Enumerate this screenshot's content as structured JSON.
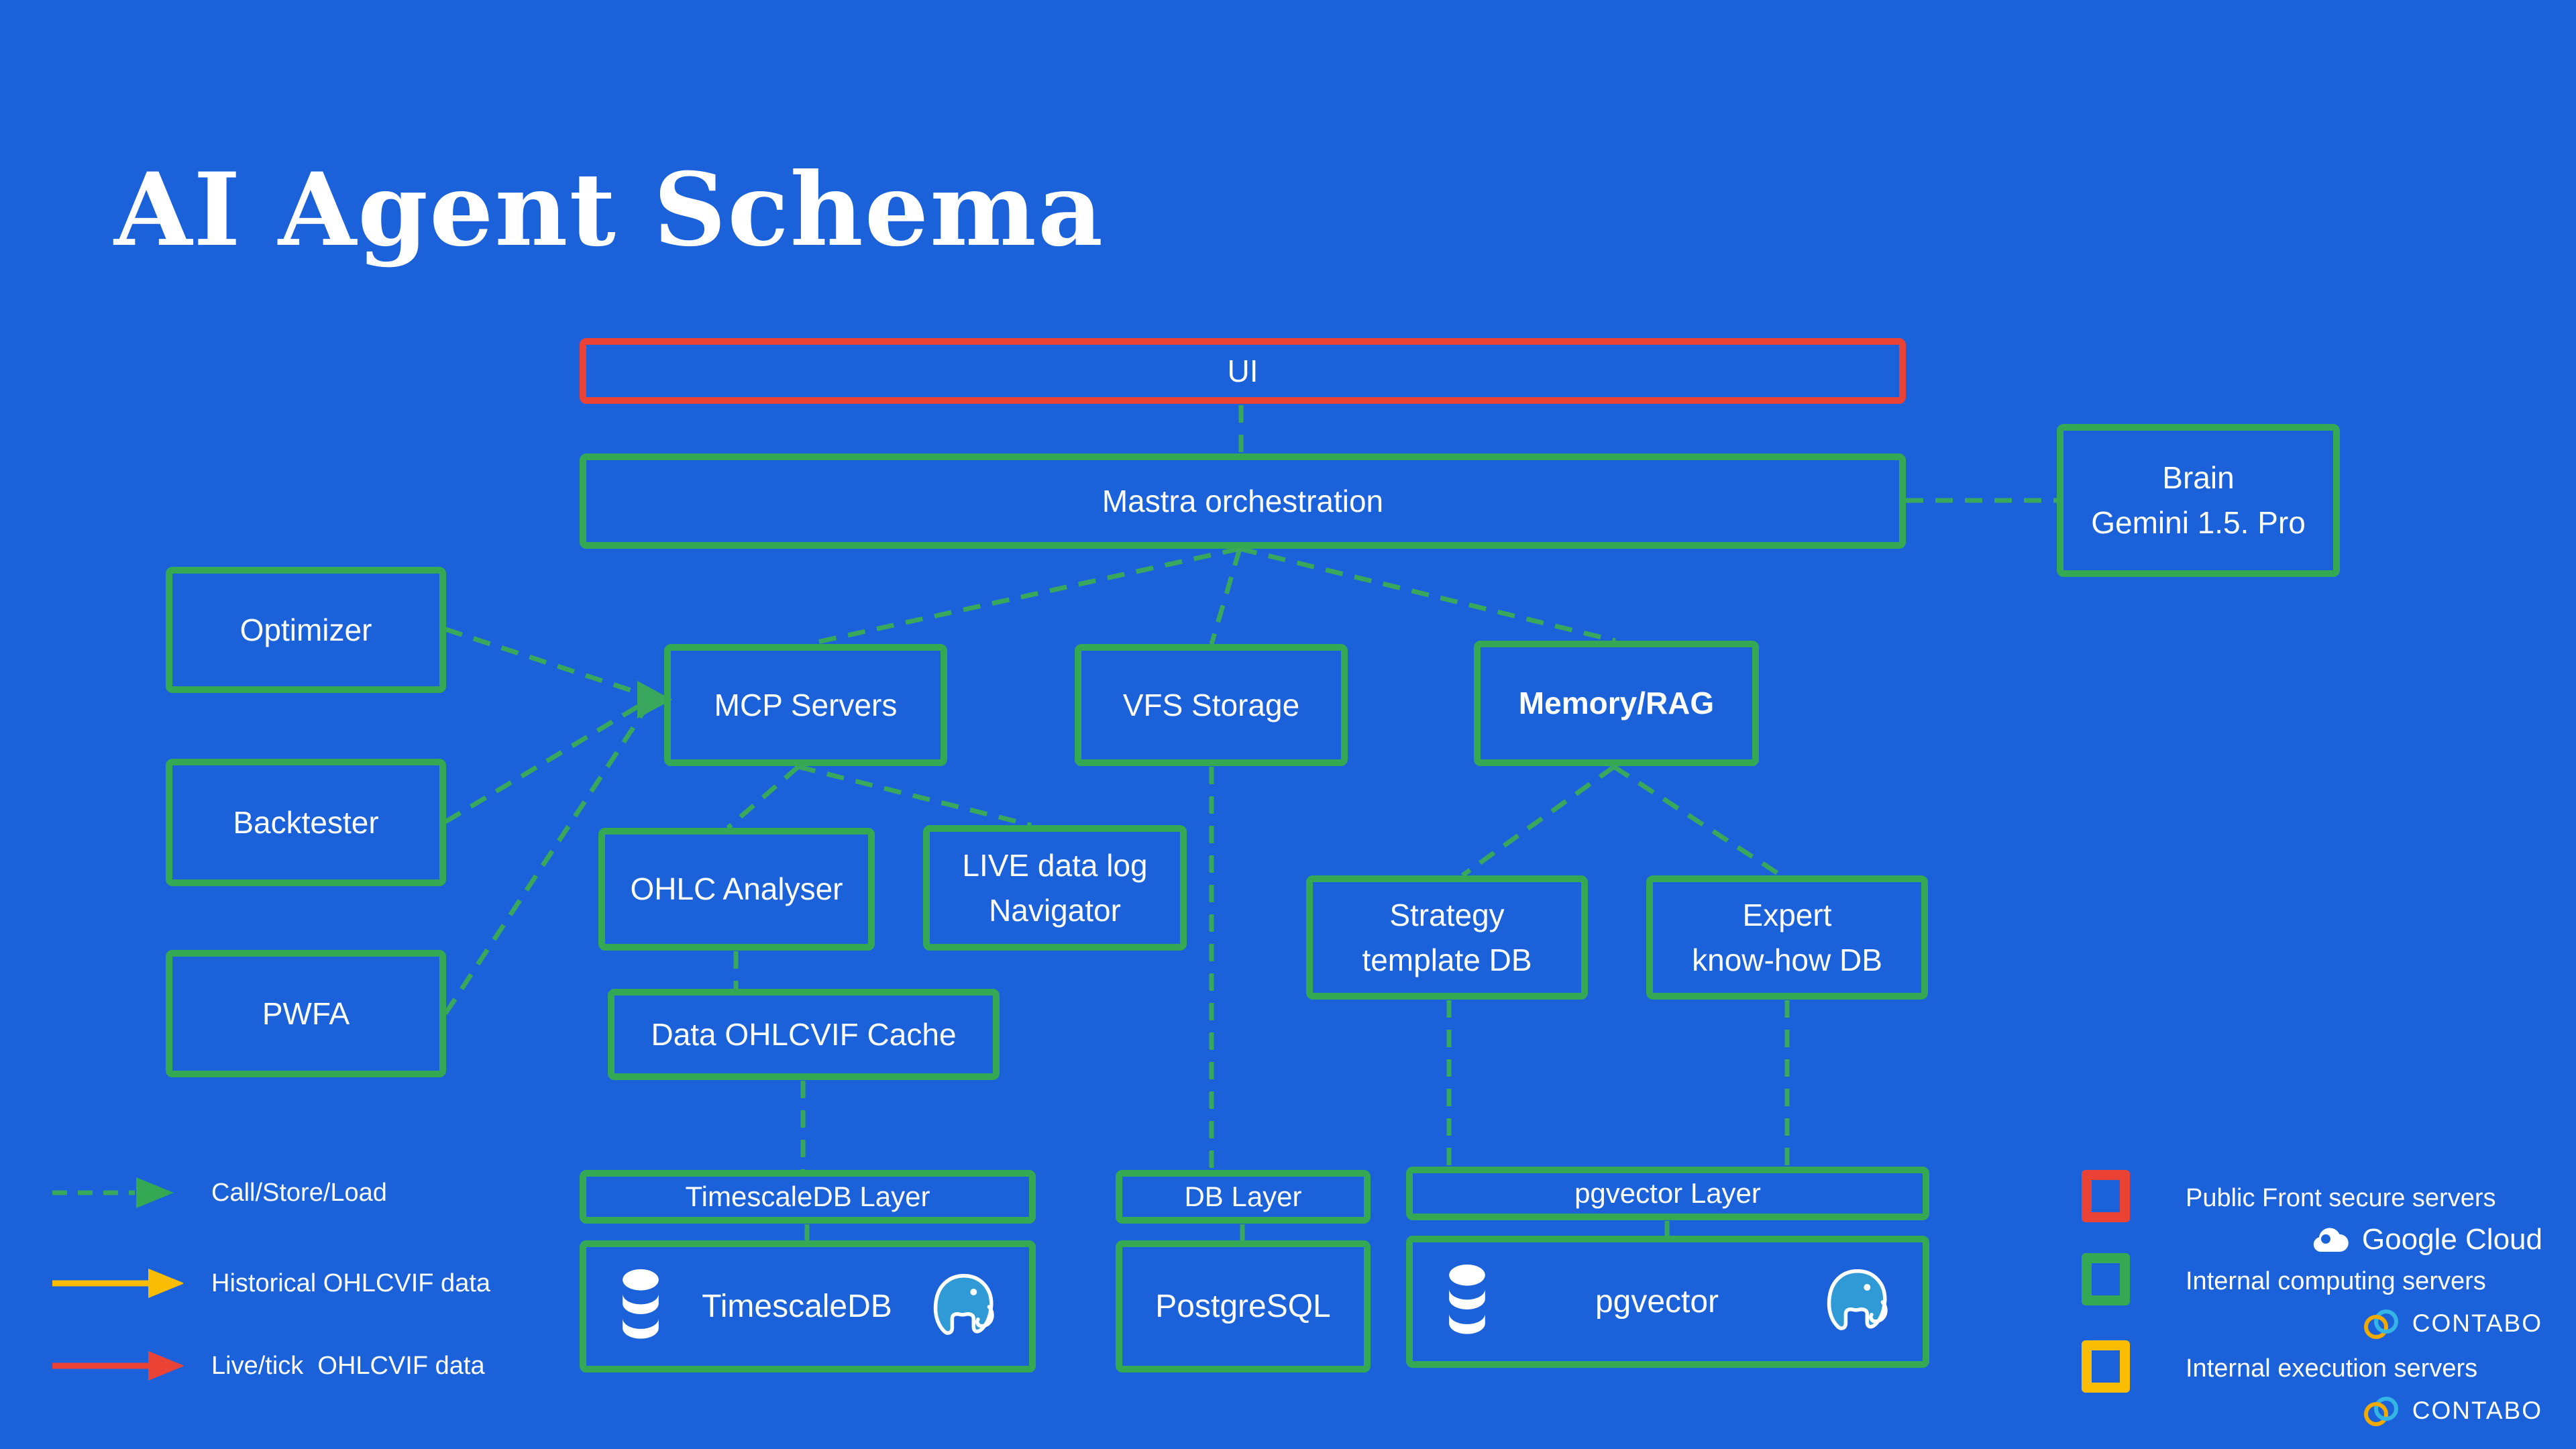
{
  "title": "AI Agent Schema",
  "colors": {
    "background": "#1b62da",
    "box_border_green": "#34a853",
    "box_border_red": "#ea4335",
    "connector_dash_green": "#3aa85c",
    "legend_yellow": "#fbbc04",
    "legend_red": "#ea4335",
    "elephant_blue": "#2f9ad6",
    "contabo_orange": "#f2a900",
    "contabo_blue": "#35b5e5",
    "text": "#ffffff"
  },
  "nodes": {
    "ui": {
      "label": "UI"
    },
    "mastra": {
      "label": "Mastra orchestration"
    },
    "brain": {
      "label": "Brain",
      "label2": "Gemini 1.5. Pro"
    },
    "optimizer": {
      "label": "Optimizer"
    },
    "backtester": {
      "label": "Backtester"
    },
    "pwfa": {
      "label": "PWFA"
    },
    "mcp": {
      "label": "MCP Servers"
    },
    "vfs": {
      "label": "VFS Storage"
    },
    "memory": {
      "label": "Memory/RAG"
    },
    "ohlc_analyser": {
      "label": "OHLC Analyser"
    },
    "live_nav": {
      "label": "LIVE data log",
      "label2": "Navigator"
    },
    "data_cache": {
      "label": "Data OHLCVIF Cache"
    },
    "strategy_db": {
      "label": "Strategy",
      "label2": "template DB"
    },
    "expert_db": {
      "label": "Expert",
      "label2": "know-how DB"
    },
    "timescale_layer": {
      "label": "TimescaleDB Layer"
    },
    "db_layer": {
      "label": "DB Layer"
    },
    "pgvector_layer": {
      "label": "pgvector Layer"
    },
    "timescaledb": {
      "label": "TimescaleDB"
    },
    "postgresql": {
      "label": "PostgreSQL"
    },
    "pgvector": {
      "label": "pgvector"
    }
  },
  "legend_left": {
    "items": [
      {
        "arrow": "dashed-green",
        "label": "Call/Store/Load"
      },
      {
        "arrow": "solid-yellow",
        "label": "Historical OHLCVIF data"
      },
      {
        "arrow": "solid-red",
        "label": "Live/tick  OHLCVIF data"
      }
    ]
  },
  "legend_right": {
    "items": [
      {
        "swatch": "red",
        "label": "Public Front secure servers",
        "provider": "Google Cloud"
      },
      {
        "swatch": "green",
        "label": "Internal computing servers",
        "provider": "CONTABO"
      },
      {
        "swatch": "yellow",
        "label": "Internal execution servers",
        "provider": "CONTABO"
      }
    ]
  },
  "icons": {
    "database": "database-cylinder",
    "elephant": "postgresql-elephant",
    "google_cloud": "cloud",
    "contabo": "interlocked-rings",
    "arrowhead": "triangle-arrowhead"
  }
}
